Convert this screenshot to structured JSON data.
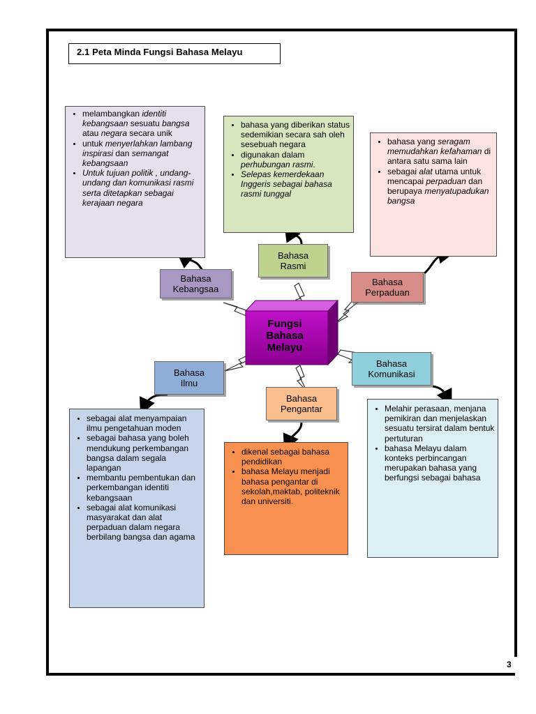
{
  "title": "2.1  Peta Minda Fungsi Bahasa Melayu",
  "page_number": "3",
  "center": {
    "lines": [
      "Fungsi",
      "Bahasa",
      "Melayu"
    ],
    "color": "#b000b8"
  },
  "colors": {
    "kebangsaan": "#e6e0ee",
    "kebangsaan_tag": "#a998c4",
    "rasmi": "#d7e6bf",
    "rasmi_tag": "#bcd28d",
    "perpaduan": "#fbe3e1",
    "perpaduan_tag": "#d88b87",
    "ilmu": "#c6d5ea",
    "ilmu_tag": "#8eaed8",
    "pengantar": "#f8914f",
    "pengantar_tag": "#fbbf8e",
    "komunikasi": "#dceff4",
    "komunikasi_tag": "#8fcfdc"
  },
  "branches": {
    "kebangsaan": {
      "label_lines": [
        "Bahasa",
        "Kebangsaa"
      ],
      "bullets": [
        [
          {
            "t": "melambangkan ",
            "i": false
          },
          {
            "t": "identiti kebangsaan",
            "i": true
          },
          {
            "t": " sesuatu ",
            "i": false
          },
          {
            "t": "bangsa",
            "i": true
          },
          {
            "t": " atau ",
            "i": false
          },
          {
            "t": "negara",
            "i": true
          },
          {
            "t": " secara unik",
            "i": false
          }
        ],
        [
          {
            "t": "untuk ",
            "i": false
          },
          {
            "t": "menyerlahkan lambang inspirasi",
            "i": true
          },
          {
            "t": " dan ",
            "i": false
          },
          {
            "t": "semangat kebangsaan",
            "i": true
          }
        ],
        [
          {
            "t": "Untuk  tujuan politik , undang-undang dan komunikasi rasmi serta ditetapkan sebagai kerajaan negara",
            "i": true
          }
        ]
      ]
    },
    "rasmi": {
      "label_lines": [
        "Bahasa",
        "Rasmi"
      ],
      "bullets": [
        [
          {
            "t": "bahasa yang diberikan status sedemikian secara sah oleh sesebuah negara",
            "i": false
          }
        ],
        [
          {
            "t": "digunakan dalam ",
            "i": false
          },
          {
            "t": "perhubungan rasmi",
            "i": true
          },
          {
            "t": ".",
            "i": false
          }
        ],
        [
          {
            "t": "Selepas kemerdekaan Inggeris sebagai bahasa rasmi tunggal",
            "i": true
          }
        ]
      ]
    },
    "perpaduan": {
      "label_lines": [
        "Bahasa",
        "Perpaduan"
      ],
      "bullets": [
        [
          {
            "t": "bahasa yang ",
            "i": false
          },
          {
            "t": "seragam memudahkan kefahaman",
            "i": true
          },
          {
            "t": " di antara satu sama lain",
            "i": false
          }
        ],
        [
          {
            "t": "sebagai ",
            "i": false
          },
          {
            "t": "alat",
            "i": true
          },
          {
            "t": " utama untuk mencapai ",
            "i": false
          },
          {
            "t": "perpaduan",
            "i": true
          },
          {
            "t": " dan berupaya ",
            "i": false
          },
          {
            "t": "menyatupadukan bangsa",
            "i": true
          }
        ]
      ]
    },
    "ilmu": {
      "label_lines": [
        "Bahasa",
        "Ilmu"
      ],
      "bullets": [
        [
          {
            "t": "sebagai alat menyampaian ilmu pengetahuan moden",
            "i": false
          }
        ],
        [
          {
            "t": "sebagai bahasa yang boleh mendukung perkembangan bangsa dalam segala lapangan",
            "i": false
          }
        ],
        [
          {
            "t": "membantu pembentukan dan perkembangan identiti kebangsaan",
            "i": false
          }
        ],
        [
          {
            "t": "sebagai alat komunikasi masyarakat dan alat perpaduan dalam negara berbilang bangsa dan agama",
            "i": false
          }
        ]
      ]
    },
    "pengantar": {
      "label_lines": [
        "Bahasa",
        "Pengantar"
      ],
      "bullets": [
        [
          {
            "t": "dikenal sebagai bahasa pendidikan",
            "i": false
          }
        ],
        [
          {
            "t": "bahasa Melayu menjadi bahasa pengantar di sekolah,maktab, politeknik dan universiti.",
            "i": false
          }
        ]
      ]
    },
    "komunikasi": {
      "label_lines": [
        "Bahasa",
        "Komunikasi"
      ],
      "bullets": [
        [
          {
            "t": "Melahir perasaan, menjana pemikiran dan menjelaskan sesuatu tersirat dalam bentuk pertuturan",
            "i": false
          }
        ],
        [
          {
            "t": "bahasa Melayu dalam konteks perbincangan merupakan bahasa yang berfungsi sebagai bahasa",
            "i": false
          }
        ]
      ]
    }
  }
}
